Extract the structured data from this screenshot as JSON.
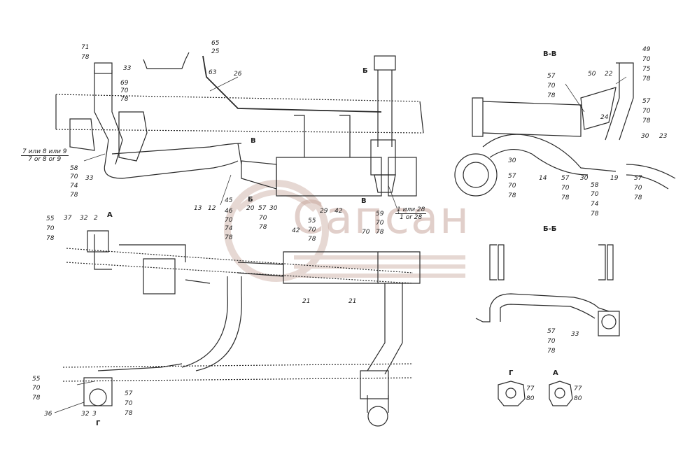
{
  "watermark": "Сапсан",
  "views": {
    "b": "Б",
    "v": "В",
    "bb": "Б-Б",
    "vv": "В-В",
    "a": "А",
    "g": "Г"
  },
  "labels": {
    "l71": "71",
    "l78a": "78",
    "l33a": "33",
    "l69": "69",
    "l70a": "70",
    "l78b": "78",
    "l65": "65",
    "l25": "25",
    "l63": "63",
    "l26": "26",
    "l58": "58",
    "l70b": "70",
    "l74a": "74",
    "l78c": "78",
    "l33b": "33",
    "l13": "13",
    "l12": "12",
    "l45": "45",
    "l46": "46",
    "l70c": "70",
    "l74b": "74",
    "l78d": "78",
    "l20": "20",
    "l57a": "57",
    "l30a": "30",
    "l70d": "70",
    "l78e": "78",
    "l55a": "55",
    "l70e": "70",
    "l78f": "78",
    "l37": "37",
    "l32a": "32",
    "l2": "2",
    "l29": "29",
    "l42a": "42",
    "l59": "59",
    "l70f": "70",
    "l78g": "78",
    "l70g": "70",
    "l42b": "42",
    "l55b": "55",
    "l70h": "70",
    "l78h": "78",
    "l21a": "21",
    "l21b": "21",
    "l55c": "55",
    "l70i": "70",
    "l78i": "78",
    "l36": "36",
    "l32b": "32",
    "l3": "3",
    "l57b": "57",
    "l70j": "70",
    "l78j": "78",
    "r57a": "57",
    "r70a": "70",
    "r78a": "78",
    "r50": "50",
    "r22": "22",
    "r49": "49",
    "r70b": "70",
    "r75": "75",
    "r78b": "78",
    "r57b": "57",
    "r70c": "70",
    "r78c": "78",
    "r24": "24",
    "r30a": "30",
    "r23": "23",
    "r30b": "30",
    "r57c": "57",
    "r70d": "70",
    "r78d": "78",
    "r14": "14",
    "r57d": "57",
    "r30c": "30",
    "r70e": "70",
    "r78e": "78",
    "r58": "58",
    "r70f": "70",
    "r74": "74",
    "r78f": "78",
    "r19": "19",
    "r57e": "57",
    "r70g": "70",
    "r78g": "78",
    "r57f": "57",
    "r70h": "70",
    "r78h": "78",
    "r33": "33",
    "r77a": "77",
    "r80a": "80",
    "r77b": "77",
    "r80b": "80"
  },
  "fractions": {
    "left_top": "7 или 8 или 9",
    "left_bottom": "7 or 8 or 9",
    "mid_top": "1 или 28",
    "mid_bottom": "1 or 28"
  },
  "colors": {
    "ink": "#2a2a2a",
    "frame": "#6b6b6b",
    "watermark": "#c9a9a0"
  }
}
